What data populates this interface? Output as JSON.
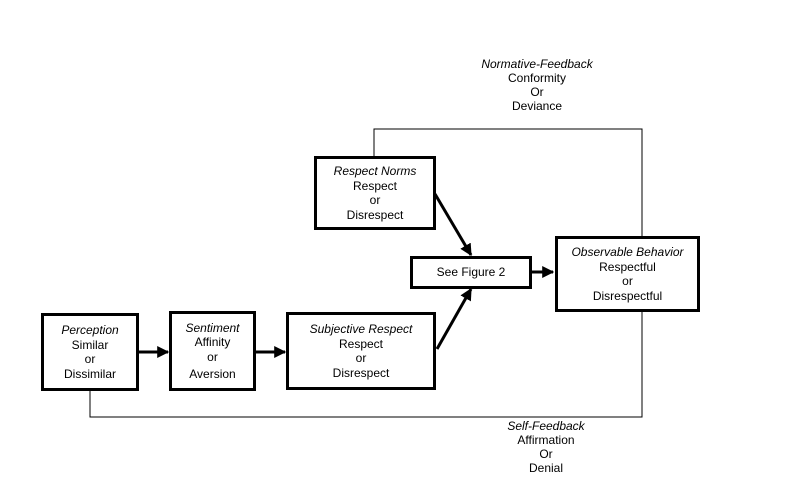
{
  "boxes": {
    "perception": {
      "title": "Perception",
      "lines": [
        "Similar",
        "or",
        "Dissimilar"
      ]
    },
    "sentiment": {
      "title": "Sentiment",
      "lines": [
        "Affinity",
        "or",
        "Aversion"
      ]
    },
    "subjective_respect": {
      "title": "Subjective Respect",
      "lines": [
        "Respect",
        "or",
        "Disrespect"
      ]
    },
    "respect_norms": {
      "title": "Respect Norms",
      "lines": [
        "Respect",
        "or",
        "Disrespect"
      ]
    },
    "see_figure": {
      "text": "See Figure 2"
    },
    "observable_behavior": {
      "title": "Observable Behavior",
      "lines": [
        "Respectful",
        "or",
        "Disrespectful"
      ]
    }
  },
  "feedback": {
    "normative": {
      "title": "Normative-Feedback",
      "lines": [
        "Conformity",
        "Or",
        "Deviance"
      ]
    },
    "self": {
      "title": "Self-Feedback",
      "lines": [
        "Affirmation",
        "Or",
        "Denial"
      ]
    }
  }
}
